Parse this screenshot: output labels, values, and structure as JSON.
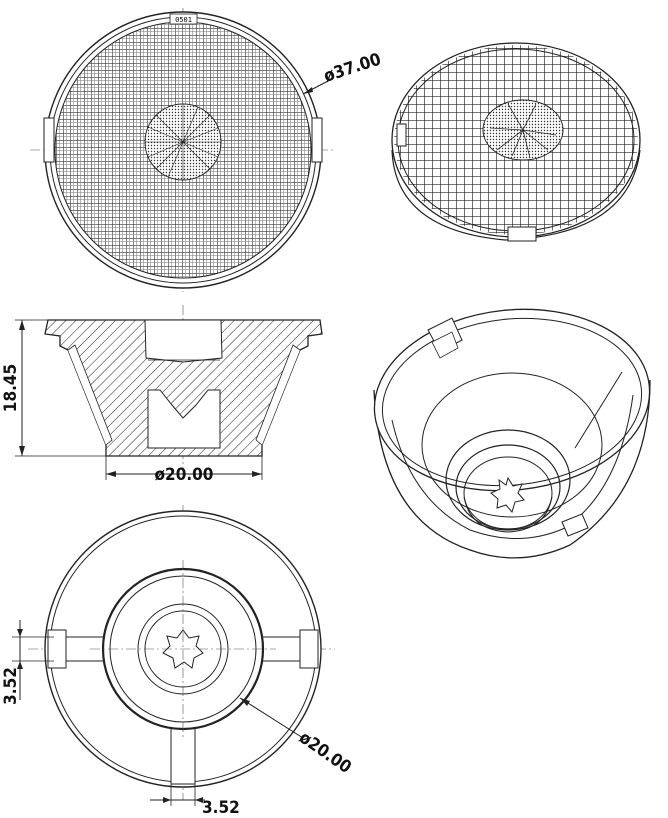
{
  "dimensions": {
    "outer_diameter": "ø37.00",
    "height": "18.45",
    "base_diameter": "ø20.00",
    "rear_diameter": "ø20.00",
    "slot_offset_y": "3.52",
    "slot_offset_x": "3.52"
  },
  "stamp": "0501"
}
